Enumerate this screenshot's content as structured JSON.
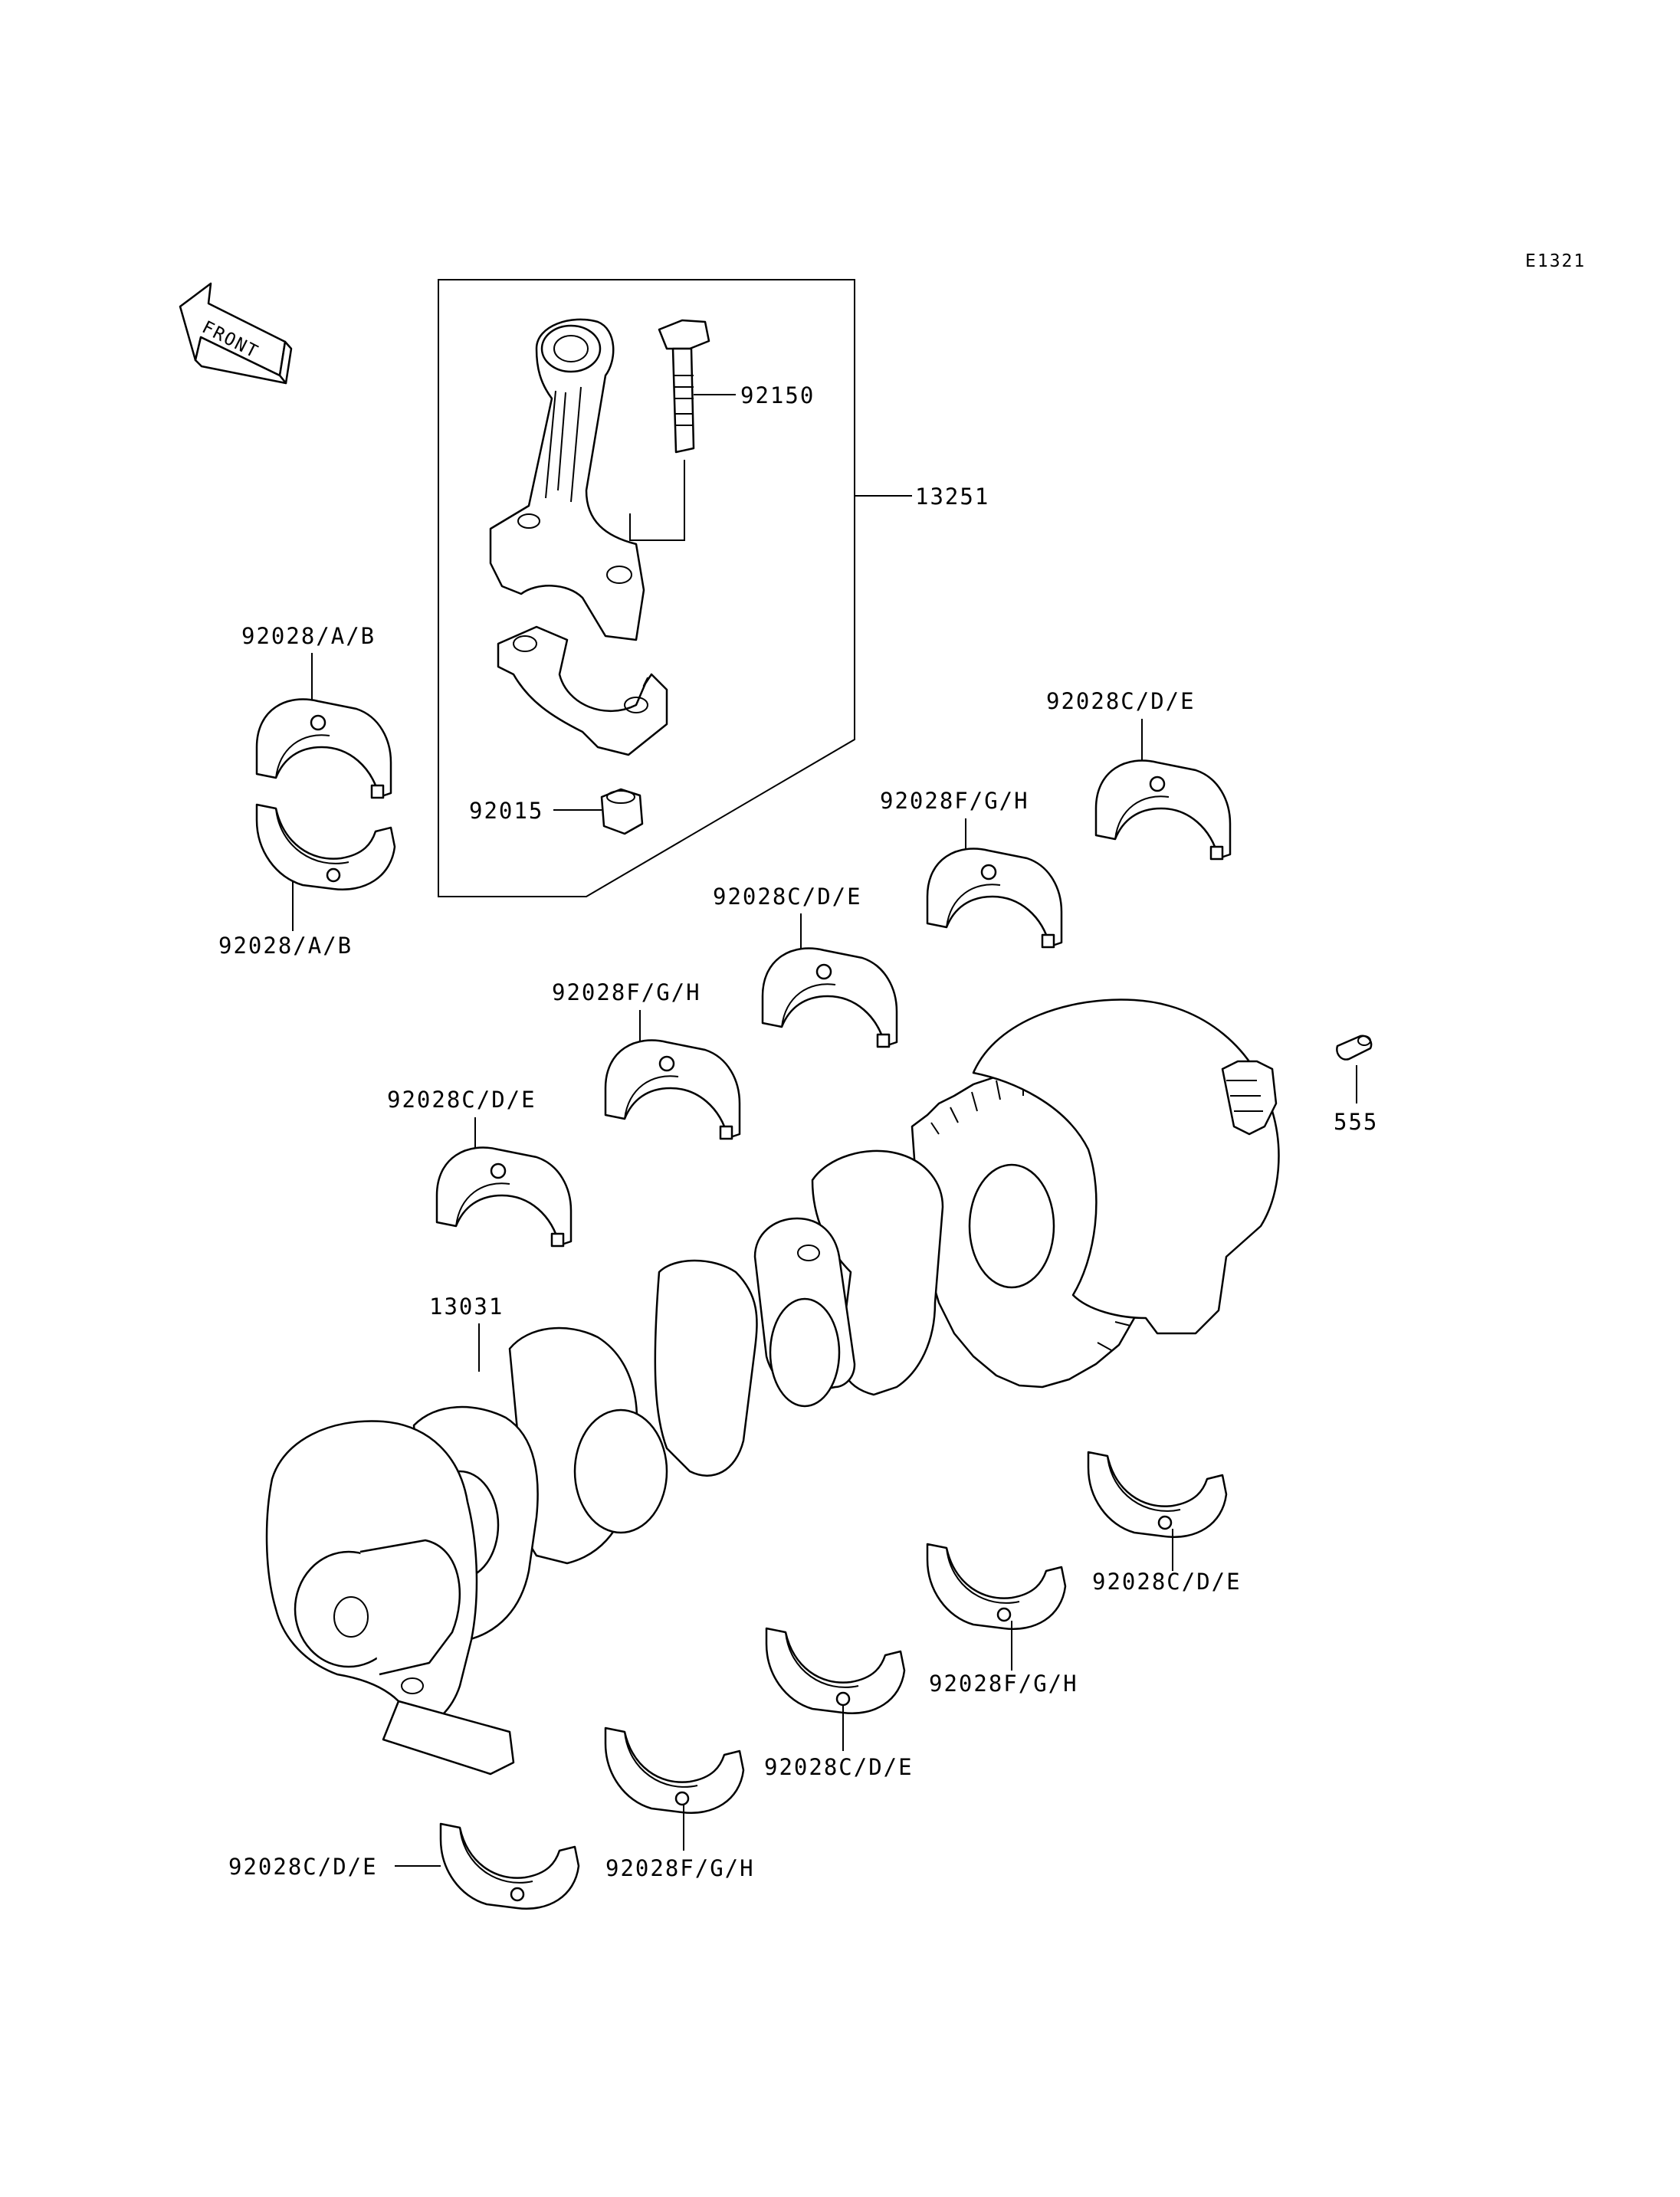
{
  "diagram_code": "E1321",
  "front_label": "FRONT",
  "labels": {
    "bolt": "92150",
    "rod_assembly": "13251",
    "nut": "92015",
    "rod_bearing_upper": "92028/A/B",
    "rod_bearing_lower": "92028/A/B",
    "main_upper_1": "92028C/D/E",
    "main_upper_2": "92028F/G/H",
    "main_upper_3": "92028C/D/E",
    "main_upper_4": "92028F/G/H",
    "main_upper_5": "92028C/D/E",
    "crankshaft": "13031",
    "pin": "555",
    "main_lower_1": "92028C/D/E",
    "main_lower_2": "92028F/G/H",
    "main_lower_3": "92028C/D/E",
    "main_lower_4": "92028F/G/H",
    "main_lower_5": "92028C/D/E"
  }
}
